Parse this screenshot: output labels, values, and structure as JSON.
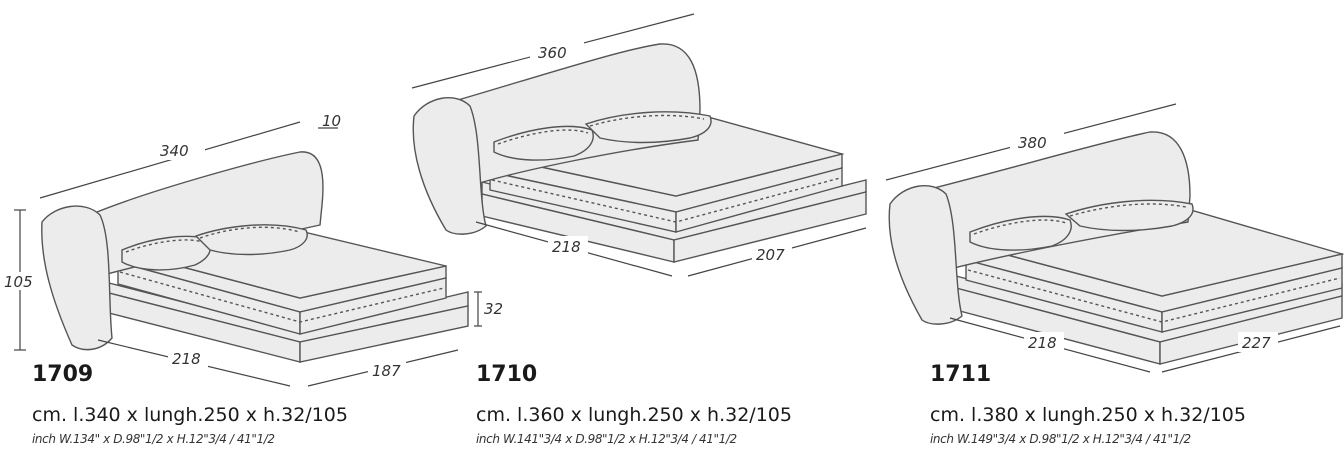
{
  "beds": [
    {
      "code": "1709",
      "cm": "cm. l.340 x lungh.250 x h.32/105",
      "inch": "inch W.134\" x D.98\"1/2 x H.12\"3/4 / 41\"1/2",
      "dims": {
        "width": "340",
        "length_a": "218",
        "length_b": "187",
        "height": "105",
        "base": "32",
        "thickness": "10"
      }
    },
    {
      "code": "1710",
      "cm": "cm. l.360 x lungh.250 x h.32/105",
      "inch": "inch W.141\"3/4 x D.98\"1/2 x H.12\"3/4 / 41\"1/2",
      "dims": {
        "width": "360",
        "length_a": "218",
        "length_b": "207"
      }
    },
    {
      "code": "1711",
      "cm": "cm. l.380 x lungh.250 x h.32/105",
      "inch": "inch W.149\"3/4 x D.98\"1/2 x H.12\"3/4 / 41\"1/2",
      "dims": {
        "width": "380",
        "length_a": "218",
        "length_b": "227"
      }
    }
  ]
}
